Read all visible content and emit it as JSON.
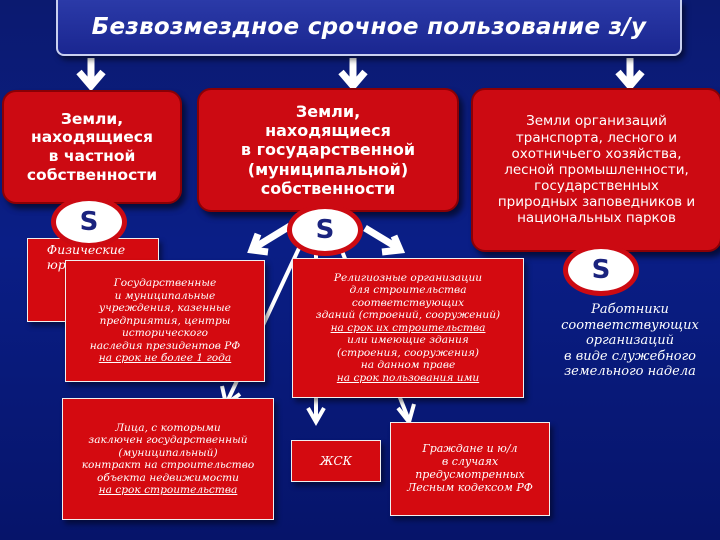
{
  "title": "Безвозмездное срочное пользование з/у",
  "columns": [
    {
      "heading": "Земли,\nнаходящиеся\nв частной\nсобственности",
      "badge": "S"
    },
    {
      "heading": "Земли,\nнаходящиеся\nв государственной\n(муниципальной)\nсобственности",
      "badge": "S"
    },
    {
      "heading": "Земли организаций\nтранспорта, лесного и\nохотничьего хозяйства,\nлесной промышленности,\nгосударственных\nприродных заповедников и\nнациональных парков",
      "badge": "S"
    }
  ],
  "boxes": {
    "physical_legal": "Физические\nюри",
    "state_institutions": "Государственные\nи муниципальные\nучреждения, казенные\nпредприятия, центры\nисторического\nнаследия президентов РФ",
    "state_institutions_term": "на срок не более 1 года",
    "religious": "Религиозные организации\nдля строительства\nсоответствующих\nзданий (строений, сооружений)",
    "religious_term1": "на срок их строительства",
    "religious_mid": "или имеющие здания\n(строения, сооружения)\nна данном праве",
    "religious_term2": "на срок пользования ими",
    "contract_persons": "Лица, с которыми\nзаключен государственный\n(муниципальный)\nконтракт на строительство\nобъекта недвижимости",
    "contract_term": "на срок строительства",
    "zhsk": "ЖСК",
    "citizens": "Граждане и ю/л\nв случаях\nпредусмотренных\nЛесным кодексом РФ",
    "workers": "Работники\nсоответствующих\nорганизаций\nв виде служебного\nземельного надела"
  },
  "colors": {
    "background": "#0a1e86",
    "box_red": "#cc0a12",
    "arrow": "#ffffff",
    "badge_text": "#1a237e"
  }
}
